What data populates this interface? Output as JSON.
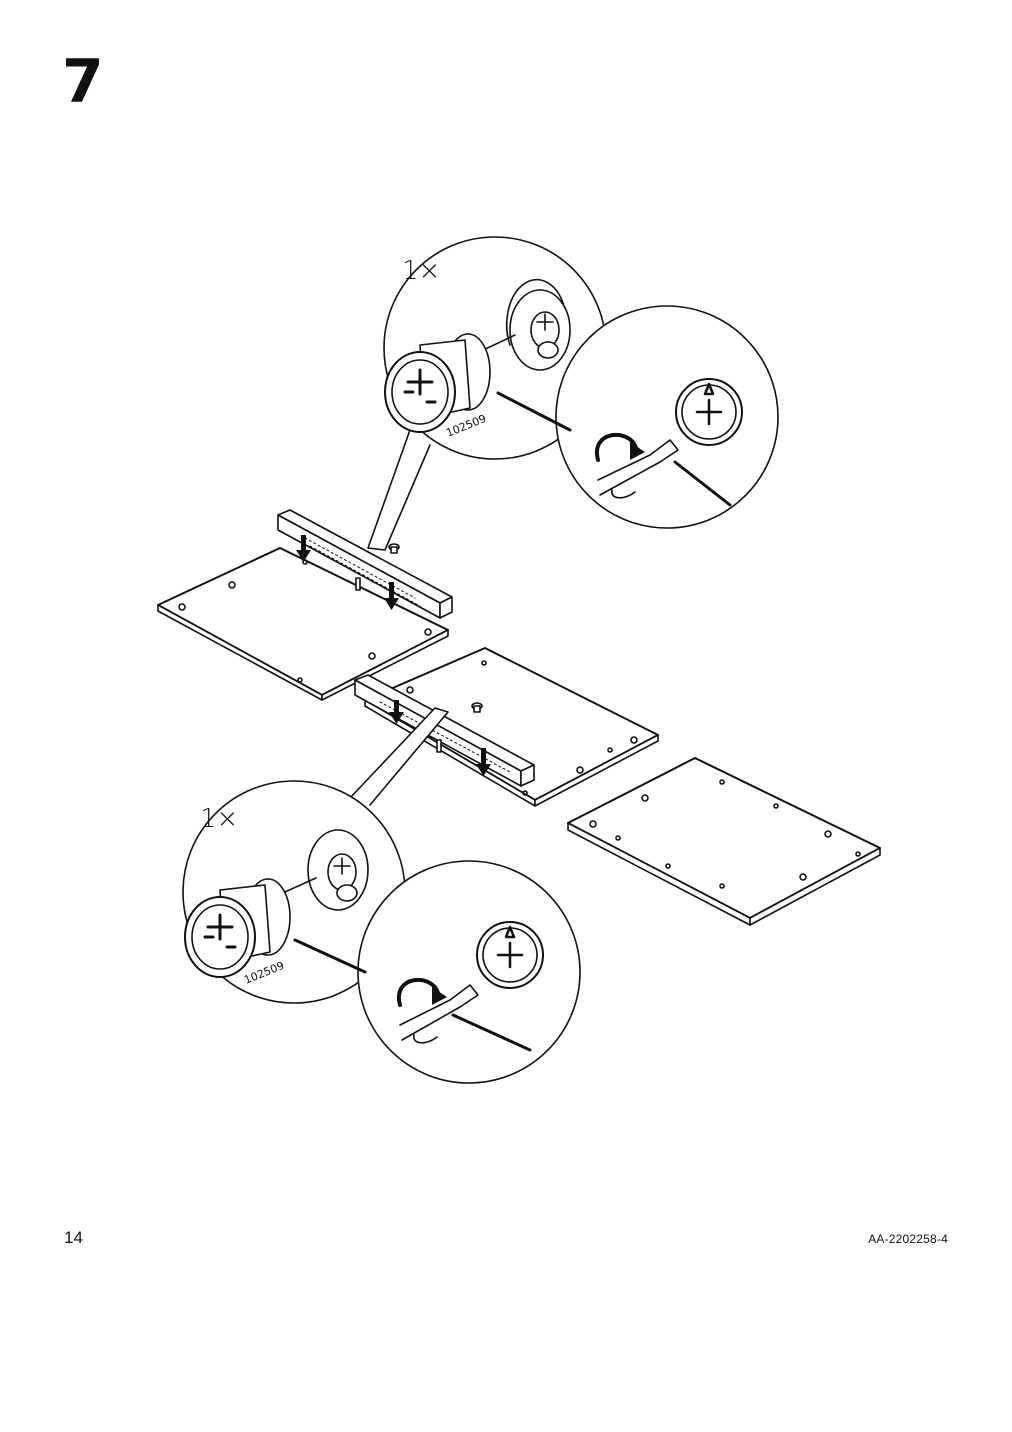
{
  "page": {
    "step_number": "7",
    "page_number": "14",
    "document_code": "AA-2202258-4"
  },
  "callouts": [
    {
      "quantity": "1×",
      "part_number": "102509"
    },
    {
      "quantity": "1×",
      "part_number": "102509"
    }
  ]
}
